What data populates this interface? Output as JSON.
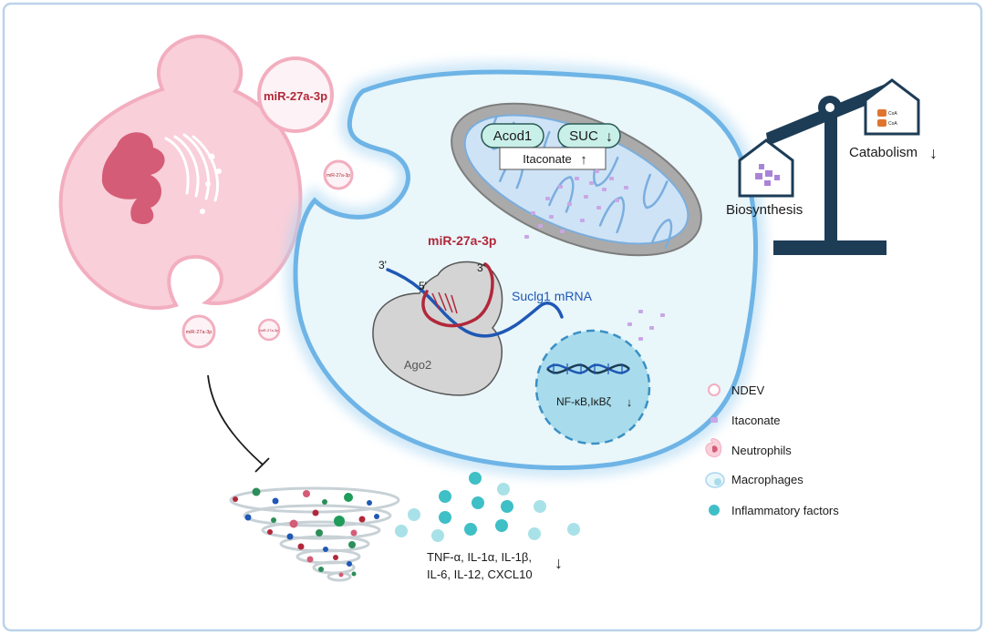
{
  "colors": {
    "frame": "#bcd3ea",
    "neutrophil_fill": "#f9cfd9",
    "neutrophil_stroke": "#f2aebf",
    "nucleus": "#d45c76",
    "macrophage_fill": "#e9f6fa",
    "macrophage_stroke": "#6eb4e6",
    "mito_outer": "#9a9a9a",
    "mito_inner": "#cfe3f6",
    "cristae": "#7aaede",
    "itaconate": "#c9a6e6",
    "mirna_red": "#b1283a",
    "mrna_blue": "#1f58b5",
    "ago2": "#d4d4d4",
    "nucleus_macro": "#a8dcec",
    "inflam": "#3fbfc6",
    "inflam_light": "#a9e1e8",
    "balance": "#1d3c56",
    "pan_purple": "#a884d8",
    "pan_orange": "#e0752f"
  },
  "labels": {
    "mirna_top": "miR-27a-3p",
    "mirna_small": "miR-27a-3p",
    "mirna_strand": "miR-27a-3p",
    "three_prime_left": "3'",
    "five_prime": "5'",
    "three_prime_right": "3'",
    "mrna": "Suclg1 mRNA",
    "ago2": "Ago2",
    "acod1": "Acod1",
    "suc": "SUC",
    "itaconate_box": "Itaconate",
    "nfkb": "NF-κB,IκBζ",
    "cytokines_line1": "TNF-α, IL-1α, IL-1β,",
    "cytokines_line2": "IL-6, IL-12, CXCL10",
    "biosynthesis": "Biosynthesis",
    "catabolism": "Catabolism",
    "down_arrow": "↓",
    "up_arrow": "↑",
    "pan_text_1": "CoA",
    "pan_text_2": "CoA"
  },
  "legend": [
    {
      "icon": "ndev-icon",
      "label": "NDEV"
    },
    {
      "icon": "itaconate-icon",
      "label": "Itaconate"
    },
    {
      "icon": "neutrophil-icon",
      "label": "Neutrophils"
    },
    {
      "icon": "macrophage-icon",
      "label": "Macrophages"
    },
    {
      "icon": "inflammatory-factor-icon",
      "label": "Inflammatory factors"
    }
  ]
}
